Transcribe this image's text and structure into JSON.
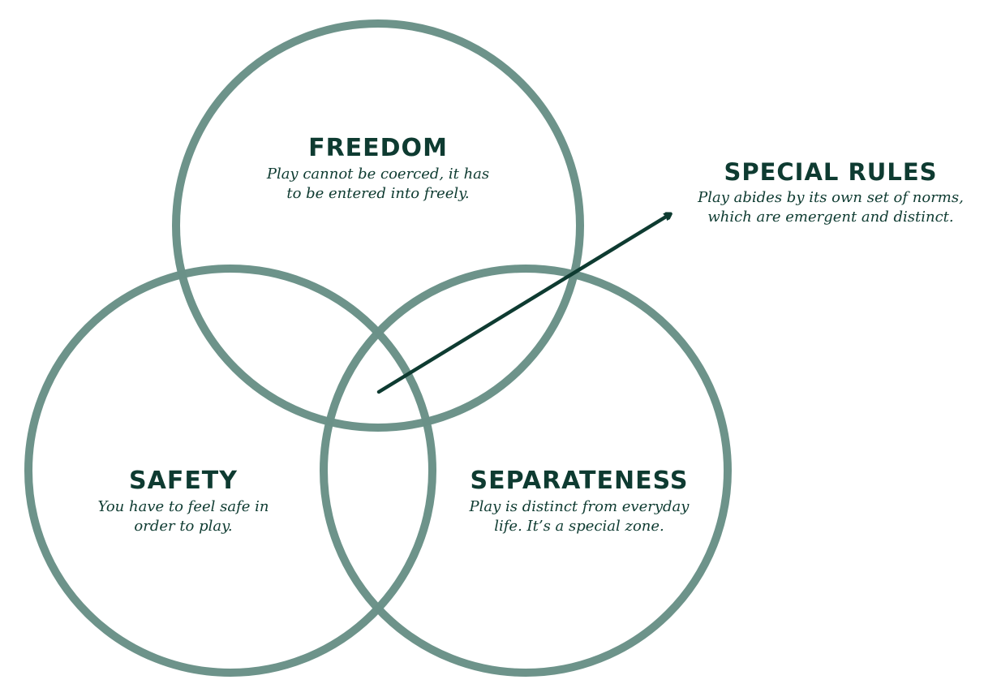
{
  "colors": {
    "circle_stroke": "#6a9188",
    "text": "#0e3b31",
    "arrow": "#0e3b31",
    "background": "#ffffff"
  },
  "diagram": {
    "type": "venn",
    "circles": [
      {
        "id": "freedom",
        "title": "FREEDOM",
        "description_lines": [
          "Play cannot be coerced, it has",
          "to be entered into freely."
        ]
      },
      {
        "id": "safety",
        "title": "SAFETY",
        "description_lines": [
          "You have to feel safe in",
          "order to play."
        ]
      },
      {
        "id": "separateness",
        "title": "SEPARATENESS",
        "description_lines": [
          "Play is distinct from everyday",
          "life. It’s a special zone."
        ]
      }
    ],
    "callout": {
      "id": "special-rules",
      "title": "SPECIAL RULES",
      "description_lines": [
        "Play abides by its own set of norms,",
        "which are emergent and distinct."
      ],
      "arrow_from": "center-intersection"
    }
  }
}
